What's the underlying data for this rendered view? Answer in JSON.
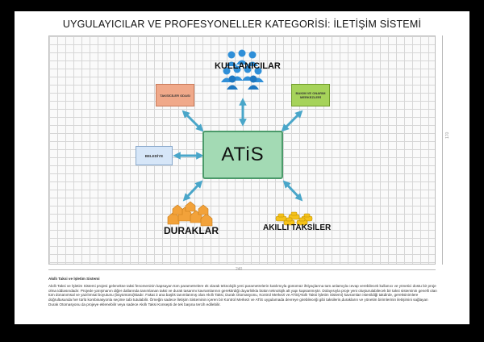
{
  "title": "UYGULAYICILAR VE PROFESYONELLER KATEGORİSİ: İLETİŞİM SİSTEMİ",
  "diagram": {
    "center": "ATiS",
    "users_label": "KULLANICILAR",
    "taxi_office_label": "TAKSİCİLER ODASI",
    "maintenance_label": "BAKIM VE ONARIM MERKEZLERİ",
    "municipality_label": "BELEDİYE",
    "stops_label": "DURAKLAR",
    "smart_taxis_label": "AKILLI TAKSİLER"
  },
  "dimensions": {
    "width_label": "240",
    "height_label": "170"
  },
  "description": {
    "heading": "Akıllı Taksi ve İşletim Sistemi",
    "body": "Akıllı Taksi ve İşletim Sistemi projesi gelenekse taksi fenomeninin kapsayan tüm parametrelere ek olarak teknolojik yeni parametrelerin katılımıyla günümüz ihtiyaçlarına tam anlamıyla cevap verebilecek kullanıcı ve yönetici dostu bir proje olma iddiasındadır. Projede yarışmanın diğer dallarında tanımlanan taksi ve durak tasarımı kavramlarının gerektirdiği duyarlılıkla bütün teknolojik alt yapı kapsanmıştır. Dolayısıyla proje yeni oluşturulabilecek bir taksi sisteminin genelli olan tüm donanımsal ve yazılımsal boyutunu (büyümünü)ktadır. Fakat 3 ana başlık tanımlanmış olan Akıllı Taksi, Durak Otomasyonu, Kontrol Merkezi ve ATiS(Akıllı Taksi İşletim Sistemi) kavramları istenildiği takdirde, gereksinimlere doğrultusunda her türlü kombinasyonla seçime tabi tutulabilir. Örneğin sadece İletişim Sisteminin içeren bir Kontrol Merkezi ve ATiS uygulamada devreye girebileceği gibi taksilerin,durakların ve yönetim birimlerinin iletişimini sağlayan Durak Otomasyonu da projeye eklenebilir veya sadece Akıllı Taksi Konsepti de tek başına tercih edilebilir."
  }
}
